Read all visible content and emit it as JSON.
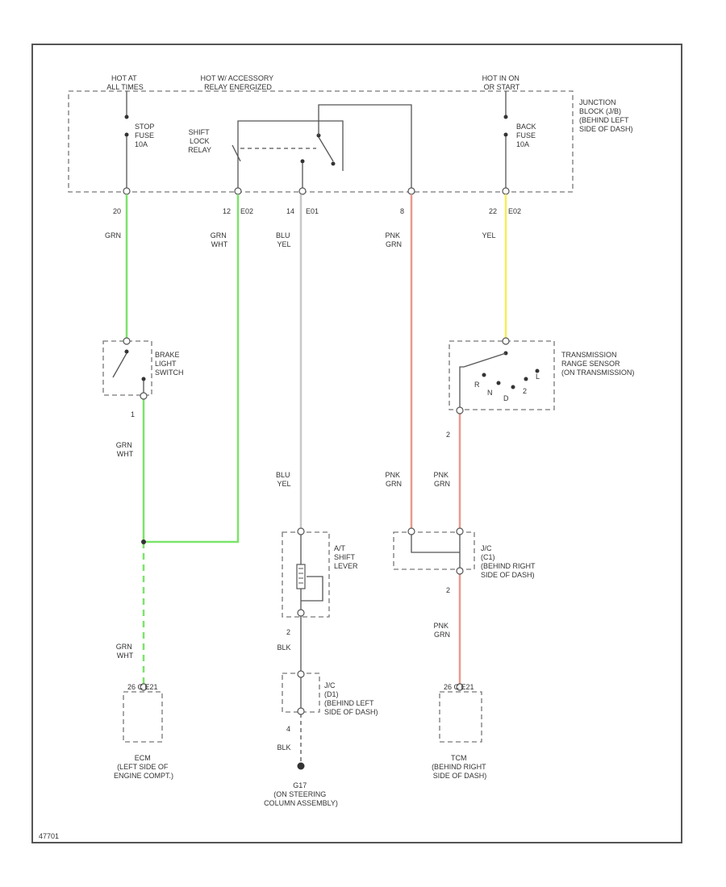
{
  "colors": {
    "grn": "#7be36a",
    "yel": "#f4ef5a",
    "pnk_grn": "#e89a8c",
    "gray_wire": "#c8c8c8",
    "line": "#555555"
  },
  "junction_block": {
    "feed_1": [
      "HOT AT",
      "ALL TIMES"
    ],
    "feed_2": [
      "HOT W/ ACCESSORY",
      "RELAY ENERGIZED"
    ],
    "feed_3": [
      "HOT IN ON",
      "OR START"
    ],
    "block_label": [
      "JUNCTION",
      "BLOCK (J/B)",
      "(BEHIND LEFT",
      "SIDE OF DASH)"
    ],
    "stop_fuse": [
      "STOP",
      "FUSE",
      "10A"
    ],
    "back_fuse": [
      "BACK",
      "FUSE",
      "10A"
    ],
    "shift_lock_relay": [
      "SHIFT",
      "LOCK",
      "RELAY"
    ]
  },
  "pins": {
    "p1": "20",
    "p2a": "12",
    "p2b": "E02",
    "p3a": "14",
    "p3b": "E01",
    "p4": "8",
    "p5a": "22",
    "p5b": "E02"
  },
  "wires": {
    "w1": [
      "GRN"
    ],
    "w2": [
      "GRN",
      "WHT"
    ],
    "w3": [
      "BLU",
      "YEL"
    ],
    "w4": [
      "PNK",
      "GRN"
    ],
    "w5": [
      "YEL"
    ],
    "w6": [
      "GRN",
      "WHT"
    ],
    "w7": [
      "BLU",
      "YEL"
    ],
    "w8": [
      "PNK",
      "GRN"
    ],
    "w9": [
      "PNK",
      "GRN"
    ],
    "w10": [
      "GRN",
      "WHT"
    ],
    "w11": [
      "BLK"
    ],
    "w12": [
      "PNK",
      "GRN"
    ],
    "w13": [
      "BLK"
    ]
  },
  "components": {
    "brake_switch": [
      "BRAKE",
      "LIGHT",
      "SWITCH"
    ],
    "brake_pin": "1",
    "trs": [
      "TRANSMISSION",
      "RANGE SENSOR",
      "(ON TRANSMISSION)"
    ],
    "trs_pin": "2",
    "trs_positions": [
      "R",
      "N",
      "D",
      "2",
      "L"
    ],
    "shift_lever": [
      "A/T",
      "SHIFT",
      "LEVER"
    ],
    "shift_pin": "2",
    "jc1": [
      "J/C",
      "(C1)",
      "(BEHIND RIGHT",
      "SIDE OF DASH)"
    ],
    "jc1_pin": "2",
    "jc2": [
      "J/C",
      "(D1)",
      "(BEHIND LEFT",
      "SIDE OF DASH)"
    ],
    "jc2_pin": "4",
    "ecm_conn": "26 C E21",
    "ecm": [
      "ECM",
      "(LEFT SIDE OF",
      "ENGINE COMPT.)"
    ],
    "tcm_conn": "26 C E21",
    "tcm": [
      "TCM",
      "(BEHIND RIGHT",
      "SIDE OF DASH)"
    ],
    "ground": [
      "G17",
      "(ON STEERING",
      "COLUMN ASSEMBLY)"
    ]
  },
  "footer_code": "47701"
}
